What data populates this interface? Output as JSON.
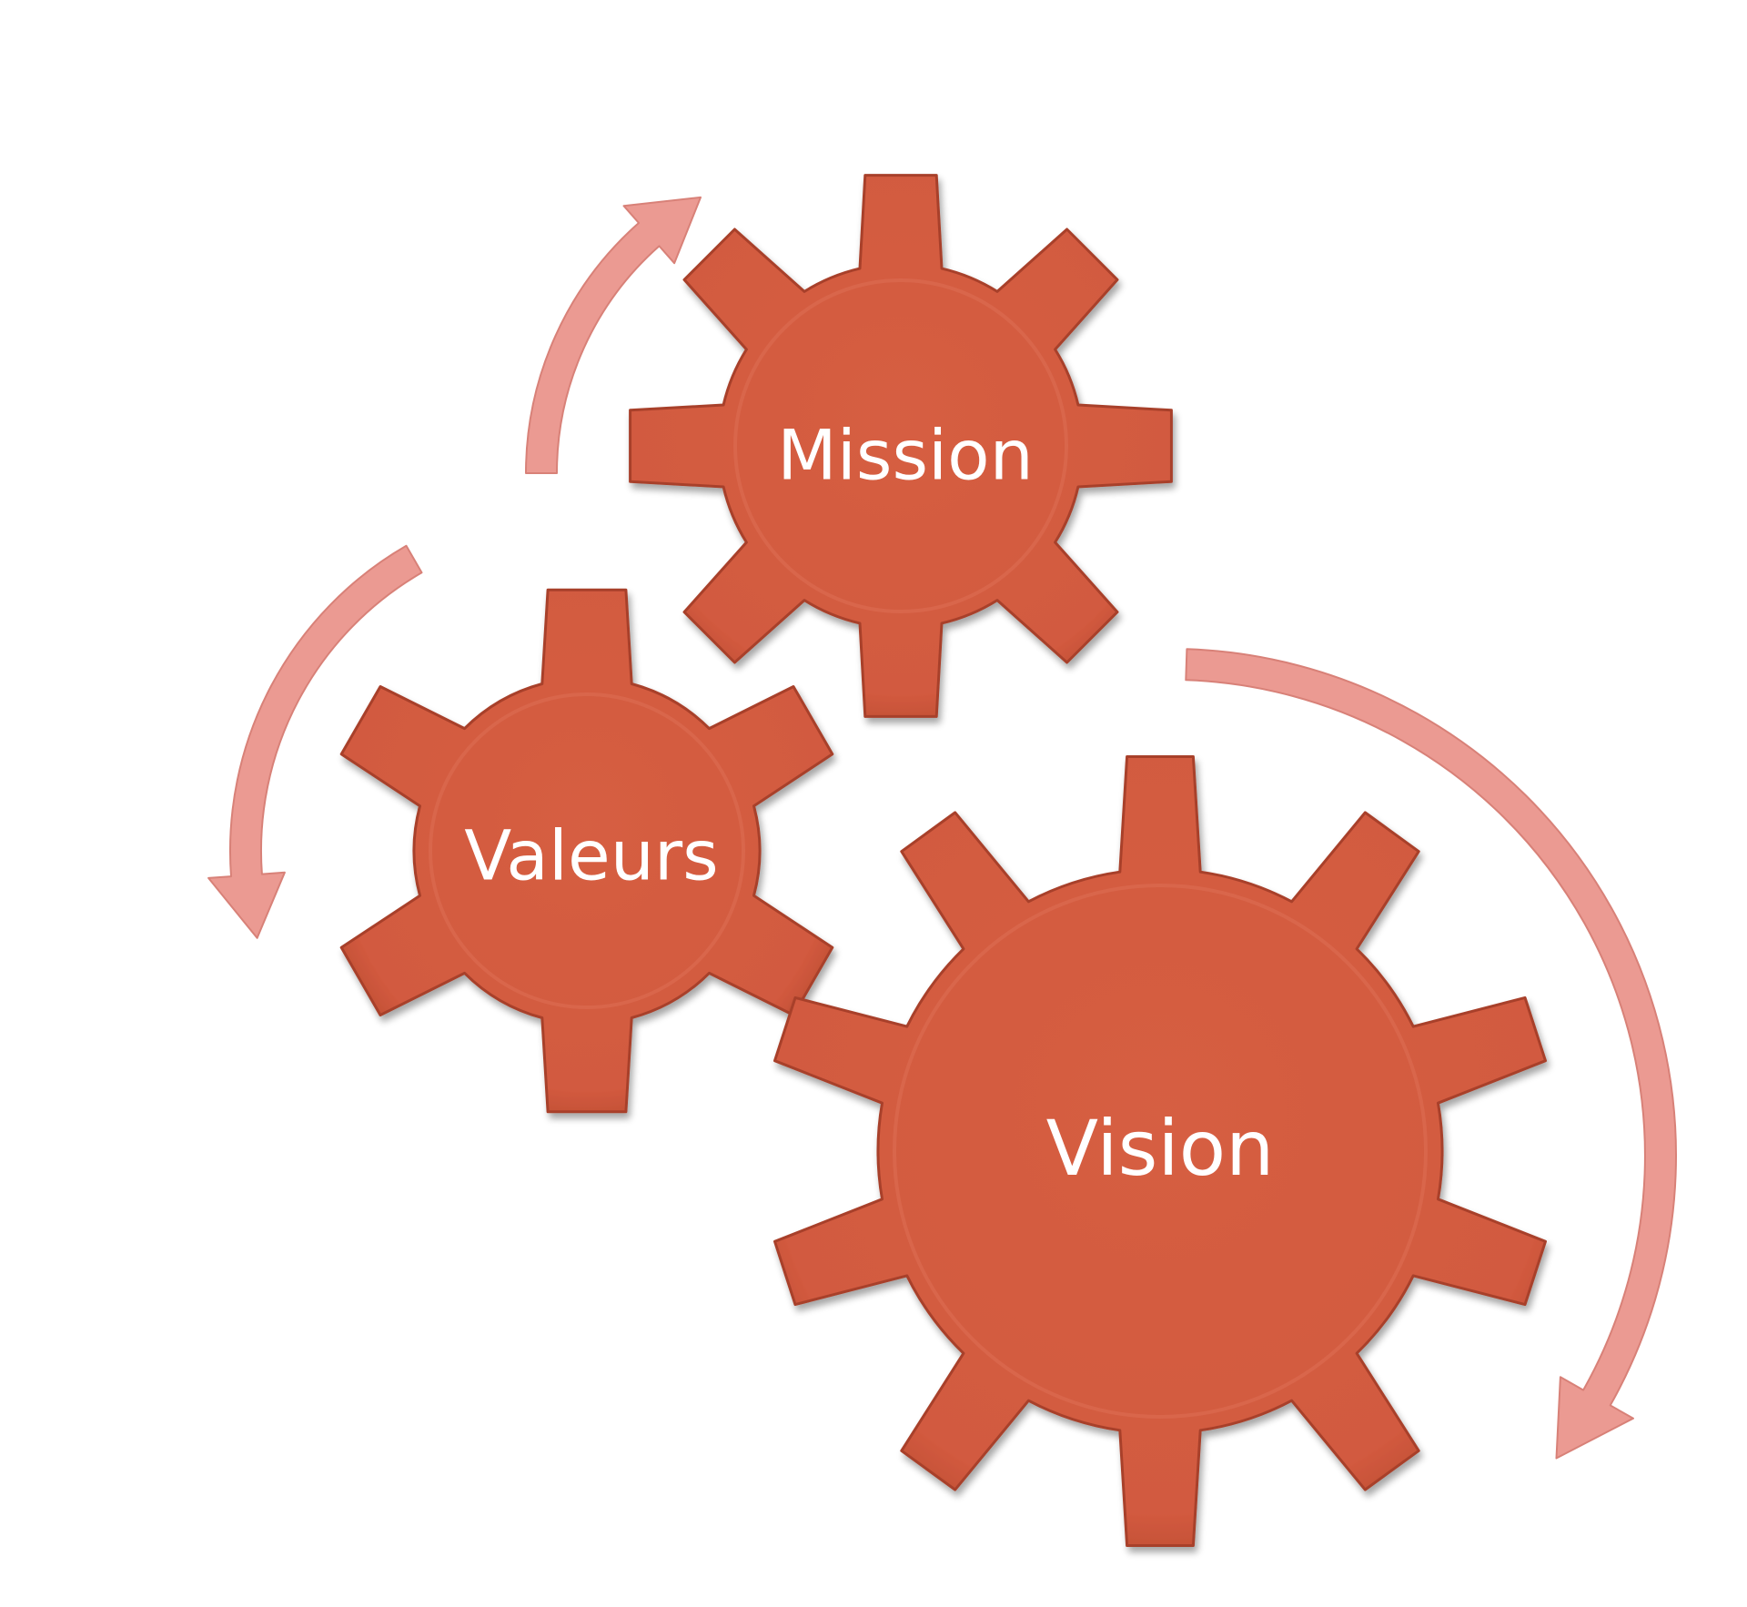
{
  "colors": {
    "gear_fill": "#d25a3f",
    "gear_edge": "#a8402b",
    "gear_highlight": "#e0735a",
    "arrow_fill": "#eb9a92",
    "arrow_edge": "#d88178",
    "label_color": "#ffffff"
  },
  "gears": [
    {
      "id": "mission",
      "label": "Mission",
      "teeth": 8
    },
    {
      "id": "valeurs",
      "label": "Valeurs",
      "teeth": 6
    },
    {
      "id": "vision",
      "label": "Vision",
      "teeth": 10
    }
  ],
  "arrows": [
    {
      "id": "arrow-mission",
      "icon": "curved-arrow-icon"
    },
    {
      "id": "arrow-valeurs",
      "icon": "curved-arrow-icon"
    },
    {
      "id": "arrow-vision",
      "icon": "curved-arrow-icon"
    }
  ]
}
